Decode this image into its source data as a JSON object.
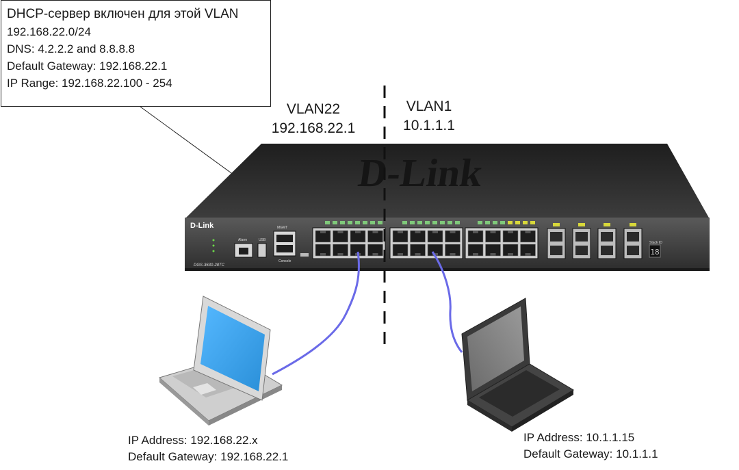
{
  "dhcp_box": {
    "title": "DHCP-сервер включен для этой VLAN",
    "lines": [
      "192.168.22.0/24",
      "DNS: 4.2.2.2 and 8.8.8.8",
      "Default Gateway: 192.168.22.1",
      "IP Range: 192.168.22.100  - 254"
    ]
  },
  "vlans": {
    "left": {
      "name": "VLAN22",
      "ip": "192.168.22.1"
    },
    "right": {
      "name": "VLAN1",
      "ip": "10.1.1.1"
    }
  },
  "switch": {
    "brand": "D-Link",
    "model": "DGS-3630-28TC",
    "stack_id": "18",
    "labels": {
      "mgmt": "MGMT",
      "alarm": "Alarm",
      "usb": "USB",
      "console": "Console",
      "stack": "Stack ID"
    }
  },
  "pcs": {
    "left": {
      "ip": "IP Address: 192.168.22.x",
      "gateway": "Default Gateway: 192.168.22.1"
    },
    "right": {
      "ip": "IP Address: 10.1.1.15",
      "gateway": "Default Gateway: 10.1.1.1"
    }
  },
  "colors": {
    "cable": "#6a6ae8",
    "switch_body": "#2b2b2b",
    "switch_front": "#4a4a4a",
    "laptop_body": "#3a3a3a",
    "laptop_screen": "#3fa9f5"
  }
}
